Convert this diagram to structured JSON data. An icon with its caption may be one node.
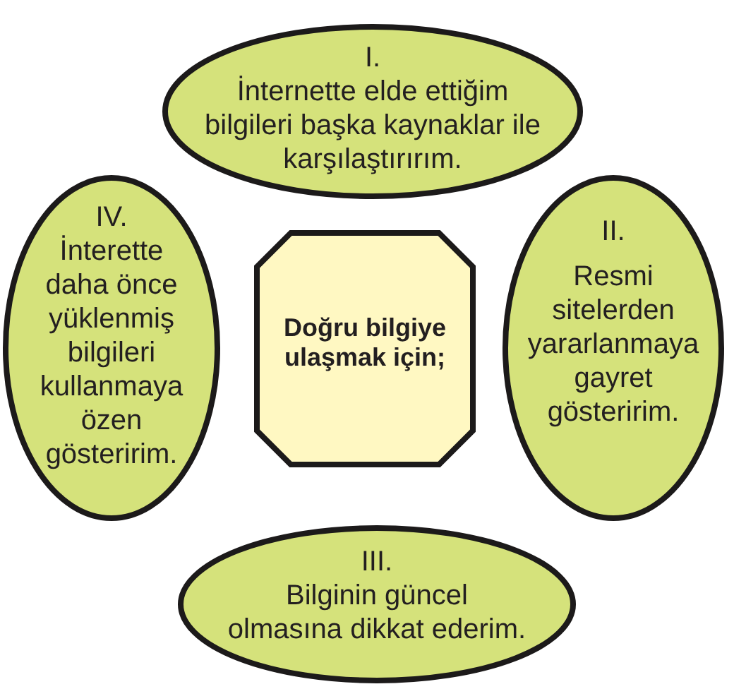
{
  "diagram": {
    "nodes": [
      {
        "text": [
          "I.",
          "İnternette elde ettiğim bilgileri başka kaynaklar ile karşılaştırırım."
        ]
      },
      {
        "text": [
          "IV.",
          "İnterette daha önce yüklenmiş bilgileri kullanmaya özen gösteririm."
        ]
      },
      {
        "text": [
          "Doğru bilgiye ulaşmak için;"
        ]
      },
      {
        "text": [
          "II.",
          "Resmi sitelerden yararlanmaya gayret gösteririm."
        ]
      },
      {
        "text": [
          "III.",
          "Bilginin güncel olmasına dikkat ederim."
        ]
      }
    ]
  }
}
